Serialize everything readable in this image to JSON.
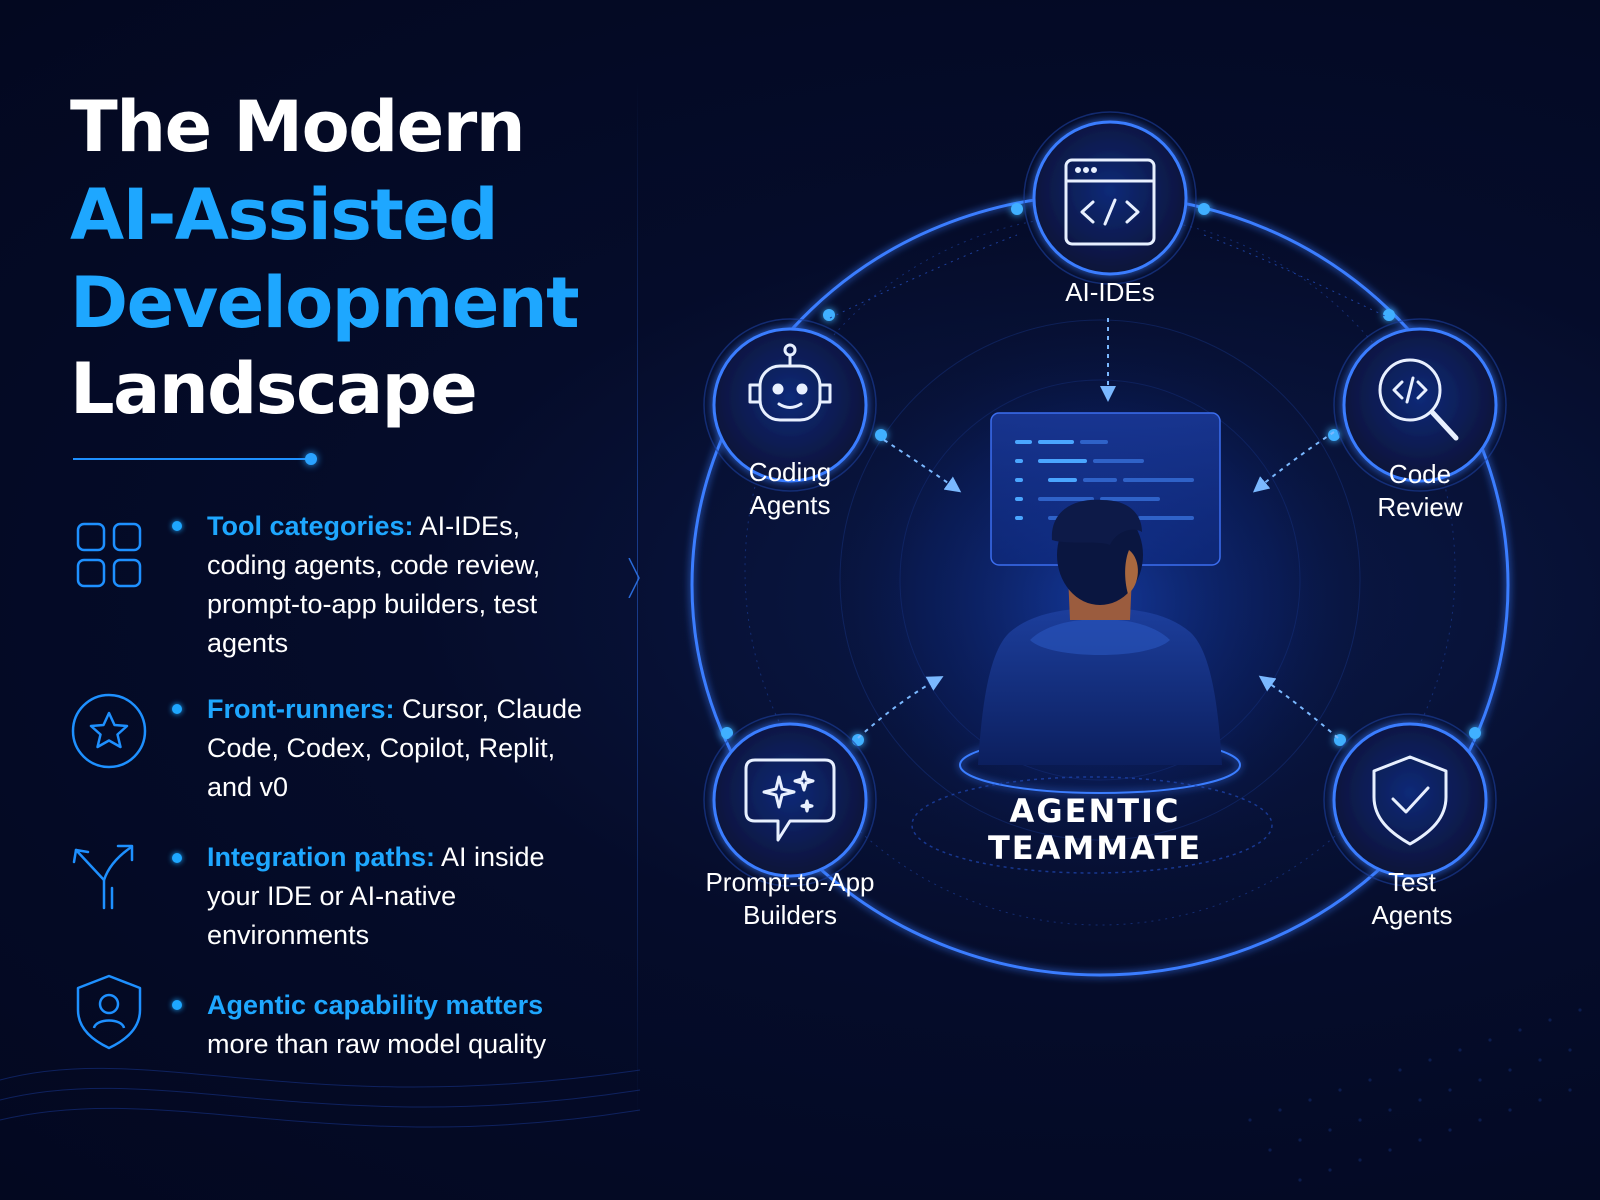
{
  "title": {
    "line1": "The Modern",
    "line2": "AI-Assisted",
    "line3": "Development",
    "line4": "Landscape"
  },
  "bullets": [
    {
      "icon": "grid-icon",
      "head": "Tool categories:",
      "text": " AI-IDEs, coding agents, code review, prompt-to-app builders, test agents"
    },
    {
      "icon": "star-icon",
      "head": "Front-runners:",
      "text": " Cursor, Claude Code, Codex, Copilot, Replit, and v0"
    },
    {
      "icon": "fork-arrow-icon",
      "head": "Integration paths:",
      "text": " AI inside your IDE or AI-native environments"
    },
    {
      "icon": "shield-user-icon",
      "head": "Agentic capability matters",
      "text": " more than raw model quality"
    }
  ],
  "diagram": {
    "center": {
      "line1": "AGENTIC",
      "line2": "TEAMMATE"
    },
    "nodes": [
      {
        "icon": "code-window-icon",
        "line1": "AI-IDEs",
        "line2": ""
      },
      {
        "icon": "robot-icon",
        "line1": "Coding",
        "line2": "Agents"
      },
      {
        "icon": "code-search-icon",
        "line1": "Code",
        "line2": "Review"
      },
      {
        "icon": "chat-sparkle-icon",
        "line1": "Prompt-to-App",
        "line2": "Builders"
      },
      {
        "icon": "shield-check-icon",
        "line1": "Test",
        "line2": "Agents"
      }
    ]
  },
  "colors": {
    "background": "#050c2a",
    "accent": "#1ea7ff",
    "ring": "#3a7dff"
  }
}
